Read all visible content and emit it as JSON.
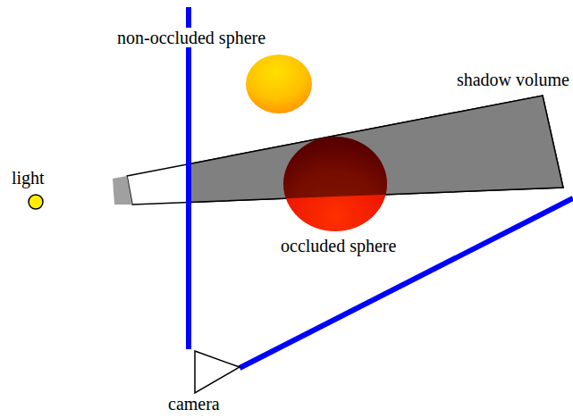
{
  "diagram": {
    "labels": [
      "non-occluded sphere",
      "shadow volume",
      "light",
      "occluded sphere",
      "camera"
    ]
  }
}
